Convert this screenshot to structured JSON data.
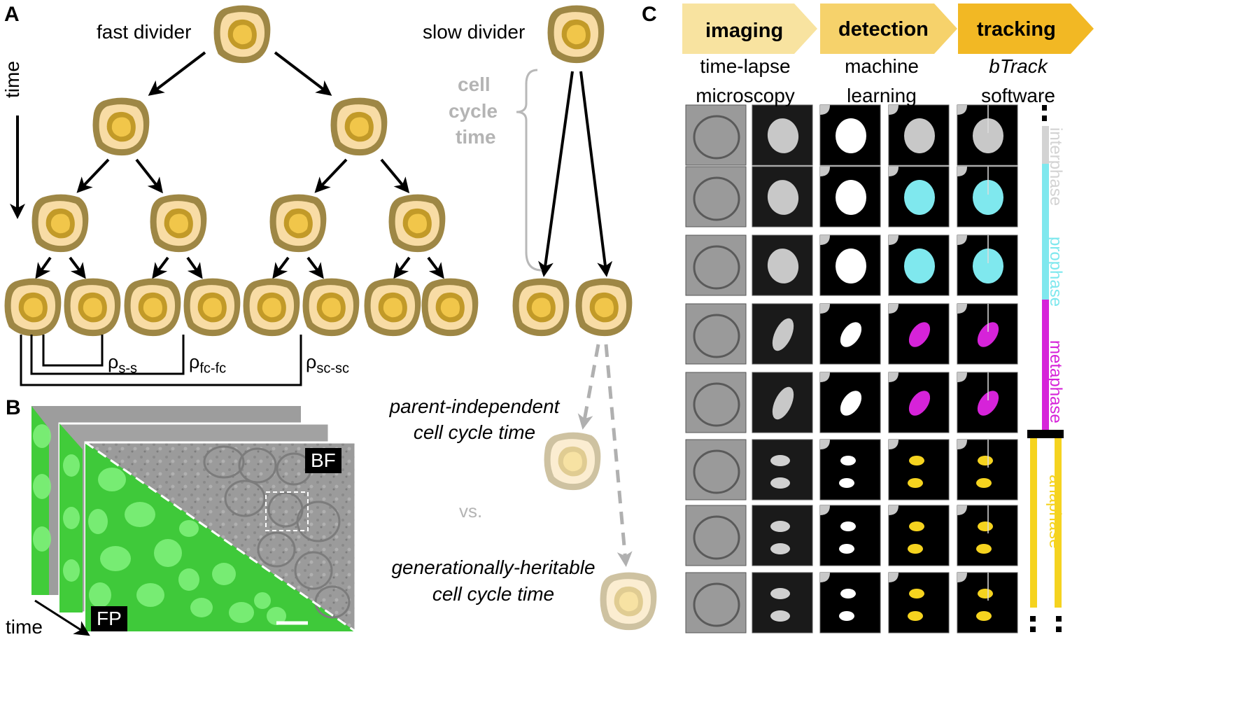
{
  "panels": {
    "a": "A",
    "b": "B",
    "c": "C"
  },
  "panel_a": {
    "fast_divider": "fast divider",
    "slow_divider": "slow divider",
    "time": "time",
    "cell_cycle_time": [
      "cell",
      "cycle",
      "time"
    ],
    "rho_labels": [
      {
        "main": "ρ",
        "sub": "s-s"
      },
      {
        "main": "ρ",
        "sub": "fc-fc"
      },
      {
        "main": "ρ",
        "sub": "sc-sc"
      }
    ],
    "hypothesis_1": [
      "parent-independent",
      "cell cycle time"
    ],
    "vs": "vs.",
    "hypothesis_2": [
      "generationally-heritable",
      "cell cycle time"
    ]
  },
  "panel_b": {
    "bf": "BF",
    "fp": "FP",
    "time": "time"
  },
  "panel_c": {
    "stages": [
      {
        "title": "imaging",
        "sub": [
          "time-lapse",
          "microscopy"
        ],
        "color": "#f8e3a0"
      },
      {
        "title": "detection",
        "sub": [
          "machine",
          "learning"
        ],
        "color": "#f6d26b"
      },
      {
        "title": "tracking",
        "sub": [
          "bTrack",
          "software"
        ],
        "color": "#f2b824"
      }
    ],
    "phases": [
      {
        "name": "interphase",
        "color": "#d3d3d3"
      },
      {
        "name": "prophase",
        "color": "#7fe8ee"
      },
      {
        "name": "metaphase",
        "color": "#d623d9"
      },
      {
        "name": "anaphase",
        "color": "#f5d31f"
      }
    ]
  },
  "colors": {
    "cell_outer": "#9e8745",
    "cell_inner": "#f8dca5",
    "nucleus_ring": "#c29a28",
    "nucleus": "#f1c64a",
    "fluor": "#41cc3a"
  }
}
